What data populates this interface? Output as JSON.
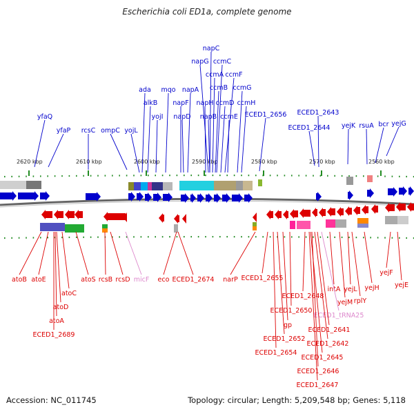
{
  "title": "Escherichia coli ED1a, complete genome",
  "footer": {
    "accession": "Accession: NC_011745",
    "topology": "Topology: circular; Length: 5,209,548 bp; Genes: 5,118"
  },
  "colors": {
    "forward": "#0000cc",
    "reverse": "#dd0000",
    "trna": "#dd88cc",
    "axis": "#777777",
    "tick": "#228b22"
  },
  "scale_labels": [
    "2620 kbp",
    "2610 kbp",
    "2600 kbp",
    "2590 kbp",
    "2580 kbp",
    "2570 kbp",
    "2560 kbp"
  ],
  "forward_genes": [
    "napC",
    "napG",
    "ccmC",
    "ccmA",
    "ccmF",
    "ccmB",
    "ccmG",
    "ada",
    "mqo",
    "napA",
    "napH",
    "ccmD",
    "ccmH",
    "alkB",
    "napF",
    "yfaQ",
    "yojI",
    "napD",
    "napB",
    "ccmE",
    "ECED1_2656",
    "ECED1_2643",
    "rcsC",
    "ompC",
    "yojL",
    "yejK",
    "rsuA",
    "bcr",
    "yejG",
    "yfaP",
    "ECED1_2644"
  ],
  "reverse_genes": [
    "atoB",
    "atoE",
    "atoC",
    "atoS",
    "rcsB",
    "rcsD",
    "micF",
    "eco",
    "ECED1_2674",
    "narP",
    "ECED1_2655",
    "atoD",
    "atoA",
    "ECED1_2689",
    "ECED1_2648",
    "intA",
    "yejL",
    "yejH",
    "yejF",
    "yejE",
    "ECED1_2650",
    "yejM",
    "rplY",
    "gp",
    "ECED1_tRNA25",
    "ECED1_2641",
    "ECED1_2652",
    "ECED1_2642",
    "ECED1_2654",
    "ECED1_2645",
    "ECED1_2646",
    "ECED1_2647"
  ]
}
